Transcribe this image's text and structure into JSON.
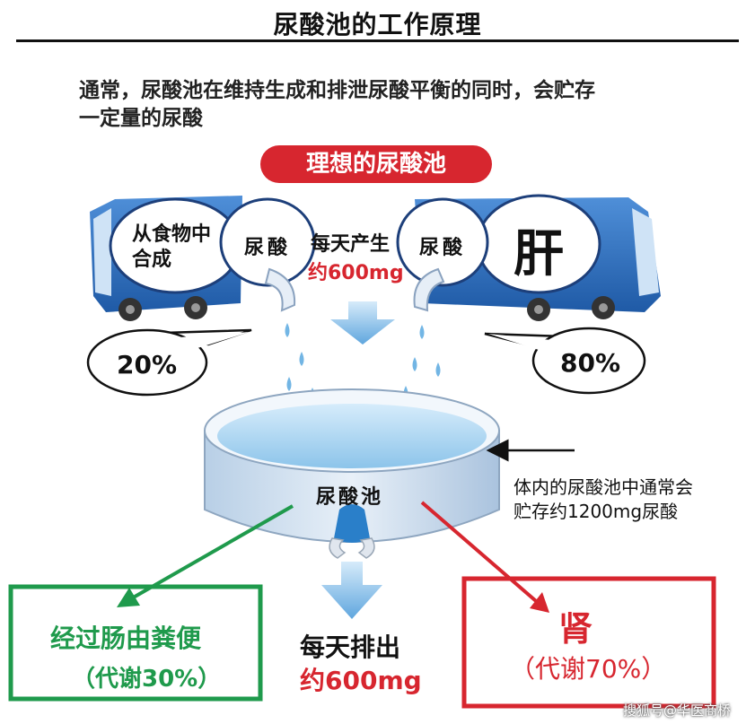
{
  "title": "尿酸池的工作原理",
  "intro": {
    "line1": "通常，尿酸池在维持生成和排泄尿酸平衡的同时，会贮存",
    "line2": "一定量的尿酸"
  },
  "badge": "理想的尿酸池",
  "sources": {
    "food_line1": "从食物中",
    "food_line2": "合成",
    "uric_left": "尿酸",
    "uric_right": "尿酸",
    "liver": "肝",
    "daily_produce": "每天产生",
    "daily_produce_amount": "约600mg",
    "food_percent": "20%",
    "liver_percent": "80%"
  },
  "pool": {
    "label": "尿酸池",
    "storage_line1": "体内的尿酸池中通常会",
    "storage_line2": "贮存约1200mg尿酸"
  },
  "outputs": {
    "gut_label": "经过肠由粪便",
    "gut_share": "（代谢30%）",
    "daily_excrete": "每天排出",
    "daily_excrete_amount": "约600mg",
    "kidney_label": "肾",
    "kidney_share": "（代谢70%）"
  },
  "watermark": "搜狐号@华医商桥",
  "colors": {
    "accent_red": "#d7262f",
    "green": "#1f9a4c",
    "truck_blue": "#2f6fc0",
    "water_blue": "#8cc4ea"
  }
}
